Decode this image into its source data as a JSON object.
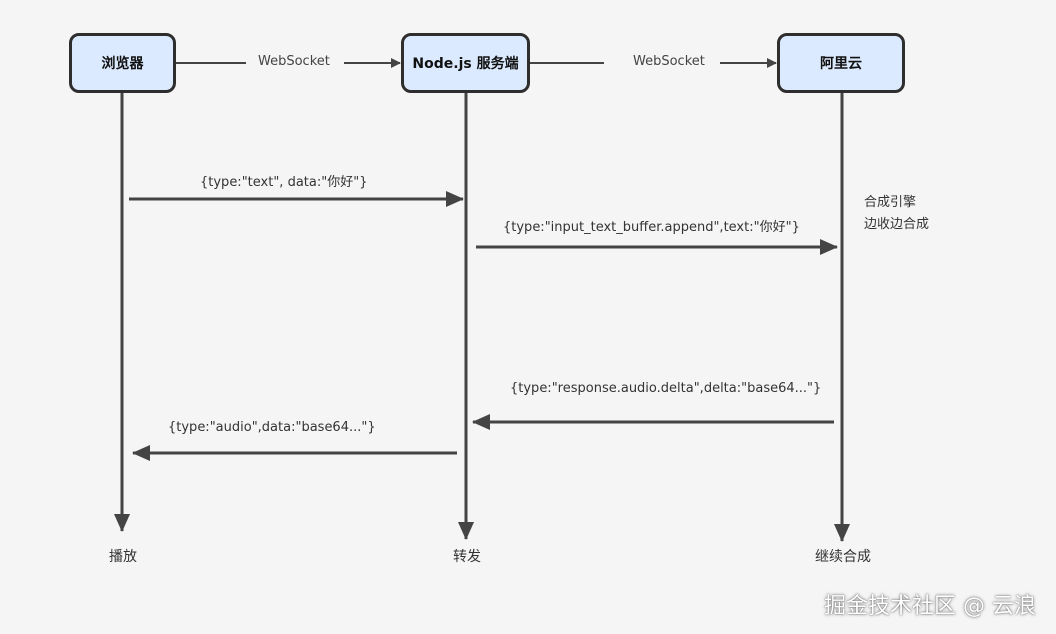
{
  "participants": [
    {
      "label": "浏览器"
    },
    {
      "label": "Node.js 服务端"
    },
    {
      "label": "阿里云"
    }
  ],
  "connections": [
    {
      "label": "WebSocket"
    },
    {
      "label": "WebSocket"
    }
  ],
  "messages": [
    {
      "label": "{type:\"text\",  data:\"你好\"}"
    },
    {
      "label": "{type:\"input_text_buffer.append\",text:\"你好\"}"
    },
    {
      "label": "{type:\"response.audio.delta\",delta:\"base64...\"}"
    },
    {
      "label": "{type:\"audio\",data:\"base64...\"}"
    }
  ],
  "note": {
    "line1": "合成引擎",
    "line2": "边收边合成"
  },
  "endings": [
    {
      "label": "播放"
    },
    {
      "label": "转发"
    },
    {
      "label": "继续合成"
    }
  ],
  "watermark": "掘金技术社区 @ 云浪",
  "colors": {
    "box_fill": "#dbeafe",
    "stroke": "#2e2e2e",
    "line": "#444444",
    "background": "#f5f5f5"
  }
}
